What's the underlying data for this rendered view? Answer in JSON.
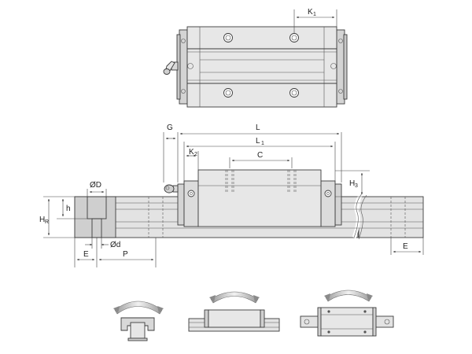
{
  "colors": {
    "body": "#e7e7e7",
    "body_dark": "#cfcfcf",
    "rail": "#e3e3e3",
    "accent": "#9a9a9a",
    "outline": "#3c3c3c"
  },
  "labels": {
    "k1": "K",
    "k1_sub": "1",
    "g": "G",
    "l": "L",
    "k2": "K",
    "k2_sub": "2",
    "l1": "L",
    "l1_sub": "1",
    "c": "C",
    "h3": "H",
    "h3_sub": "3",
    "od": "ØD",
    "h": "h",
    "hr": "H",
    "hr_sub": "R",
    "dd": "Ød",
    "e_left": "E",
    "p": "P",
    "e_right": "E"
  }
}
